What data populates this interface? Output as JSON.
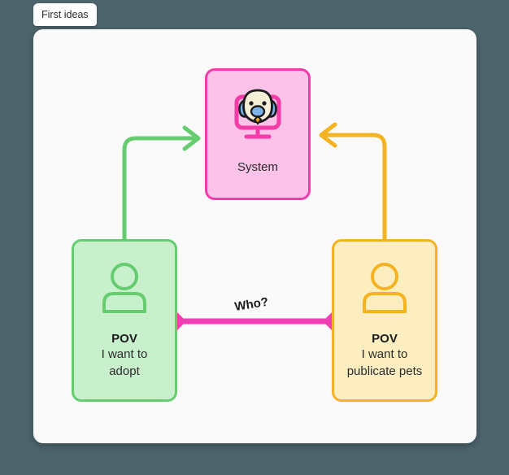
{
  "window": {
    "background_color": "#4d646c"
  },
  "tabs": [
    {
      "label": "First ideas",
      "active": true
    }
  ],
  "canvas": {
    "background_color": "#fafafa"
  },
  "nodes": [
    {
      "id": "system",
      "title": "System",
      "icon": "dog-monitor-icon",
      "fill_color": "#fcc2e8",
      "border_color": "#f53ba8"
    },
    {
      "id": "adopter",
      "title": "POV",
      "subtitle": "I want to\nadopt",
      "subtitle_line1": "I want to",
      "subtitle_line2": "adopt",
      "icon": "person-icon",
      "fill_color": "#c9f0cd",
      "border_color": "#66cc70"
    },
    {
      "id": "publisher",
      "title": "POV",
      "subtitle": "I want to\npublicate pets",
      "subtitle_line1": "I want to",
      "subtitle_line2": "publicate pets",
      "icon": "person-icon",
      "fill_color": "#fdeec2",
      "border_color": "#f5b321"
    }
  ],
  "edges": [
    {
      "id": "adopter-to-system",
      "from": "adopter",
      "to": "system",
      "color": "#66cc70",
      "arrowhead": "end",
      "label": ""
    },
    {
      "id": "publisher-to-system",
      "from": "publisher",
      "to": "system",
      "color": "#f5b321",
      "arrowhead": "end",
      "label": ""
    },
    {
      "id": "adopter-to-publisher",
      "from": "adopter",
      "to": "publisher",
      "color": "#ee3fb4",
      "arrowhead": "diamond-both",
      "label": "Who?"
    }
  ],
  "colors": {
    "magenta": "#ee3fb4",
    "green": "#66cc70",
    "yellow": "#f5b321",
    "pink": "#f53ba8",
    "text_dark": "#2b2b2b"
  }
}
